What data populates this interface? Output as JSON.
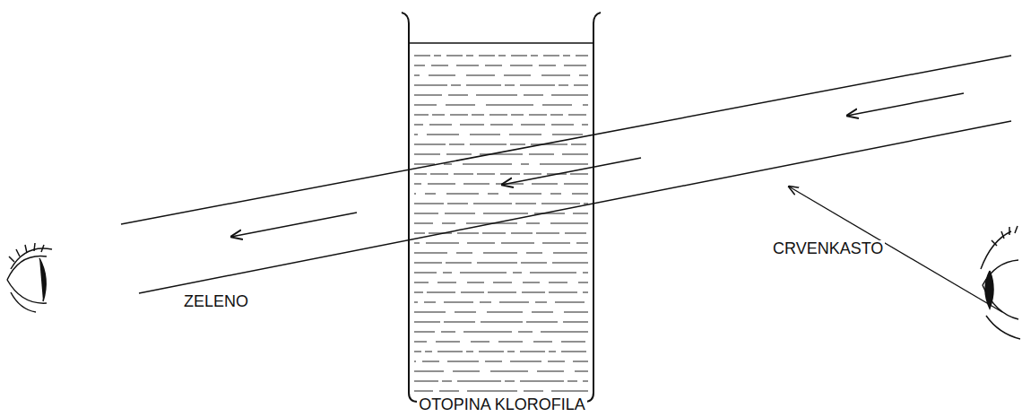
{
  "diagram": {
    "labels": [
      "ZELENO",
      "CRVENKASTO",
      "OTOPINA KLOROFILA"
    ]
  }
}
